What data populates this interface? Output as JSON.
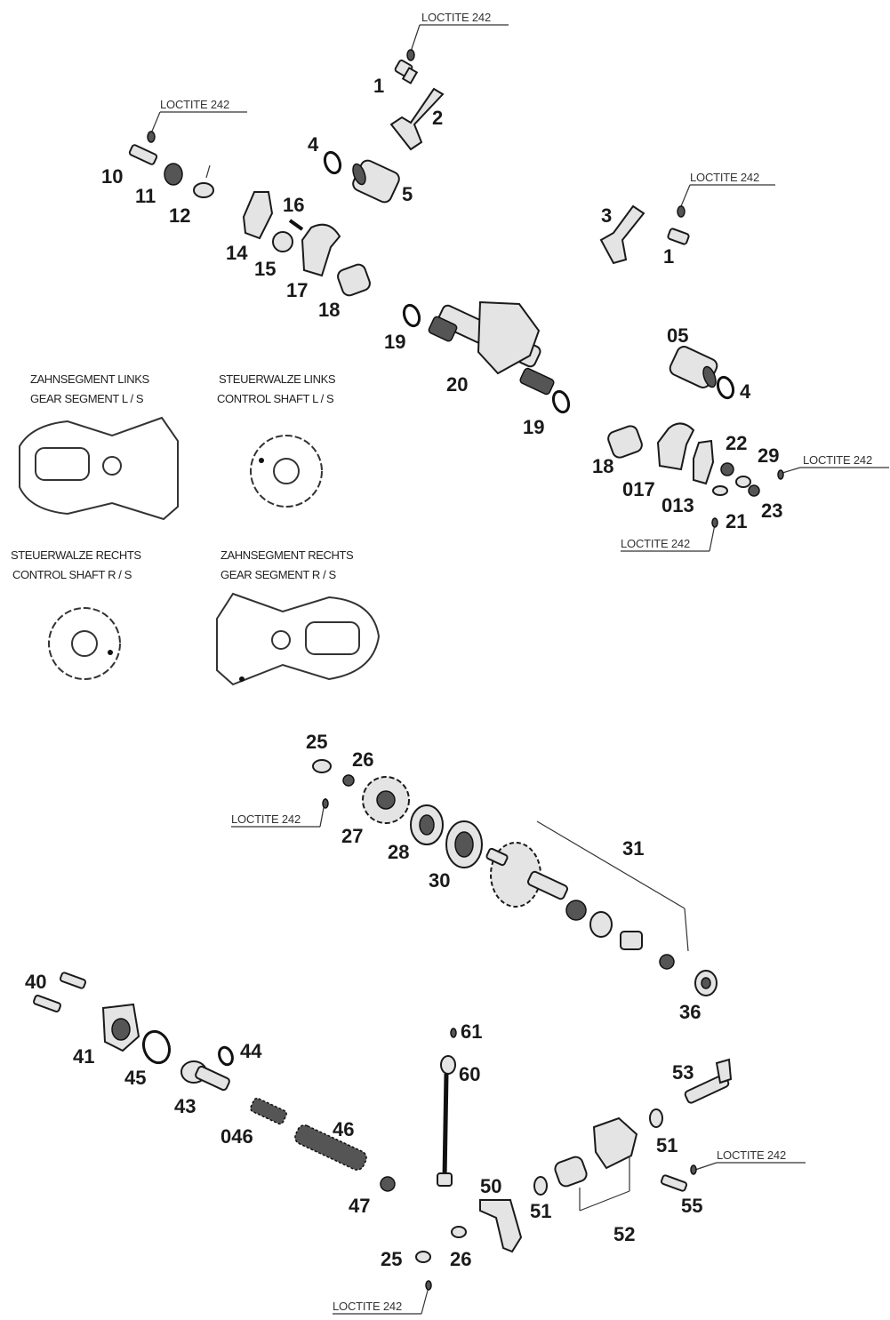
{
  "notes": {
    "loctite": "LOCTITE 242"
  },
  "captions": {
    "gear_segment_left_de": "ZAHNSEGMENT LINKS",
    "gear_segment_left_en": "GEAR SEGMENT L / S",
    "control_shaft_left_de": "STEUERWALZE LINKS",
    "control_shaft_left_en": "CONTROL SHAFT L / S",
    "control_shaft_right_de": "STEUERWALZE RECHTS",
    "control_shaft_right_en": "CONTROL SHAFT R / S",
    "gear_segment_right_de": "ZAHNSEGMENT RECHTS",
    "gear_segment_right_en": "GEAR SEGMENT R / S"
  },
  "callouts": {
    "p1a": "1",
    "p2": "2",
    "p3": "3",
    "p1b": "1",
    "p4a": "4",
    "p5": "5",
    "p10": "10",
    "p11": "11",
    "p12": "12",
    "p14": "14",
    "p15": "15",
    "p16": "16",
    "p17a": "17",
    "p18a": "18",
    "p19a": "19",
    "p20": "20",
    "p19b": "19",
    "p05": "05",
    "p4b": "4",
    "p18b": "18",
    "p017": "017",
    "p013": "013",
    "p22": "22",
    "p29": "29",
    "p21": "21",
    "p23": "23",
    "p25a": "25",
    "p26a": "26",
    "p27": "27",
    "p28": "28",
    "p30": "30",
    "p31": "31",
    "p36": "36",
    "p40": "40",
    "p41": "41",
    "p45": "45",
    "p44": "44",
    "p43": "43",
    "p046": "046",
    "p46": "46",
    "p47": "47",
    "p61": "61",
    "p60": "60",
    "p50": "50",
    "p51a": "51",
    "p51b": "51",
    "p52": "52",
    "p53": "53",
    "p55": "55",
    "p25b": "25",
    "p26b": "26"
  }
}
